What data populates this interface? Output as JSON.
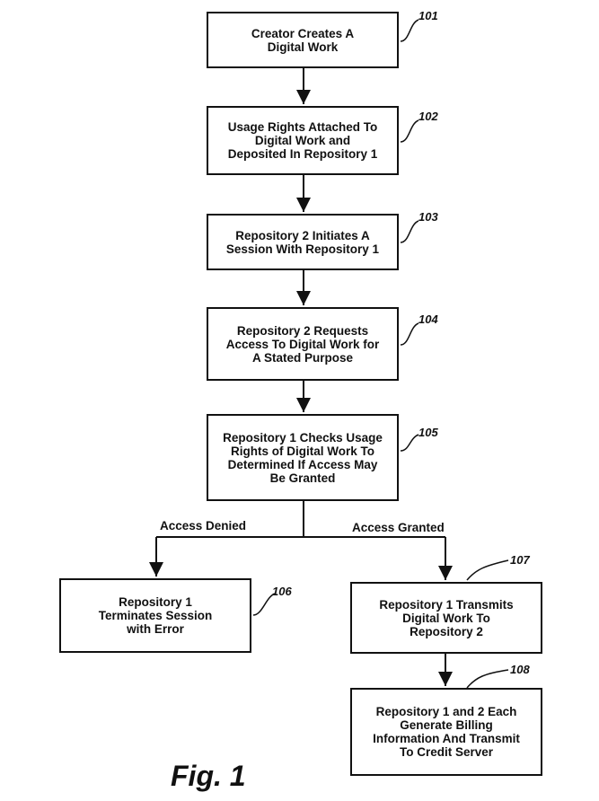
{
  "figure_label": "Fig. 1",
  "steps": {
    "s101": {
      "ref": "101",
      "text": "Creator Creates A\nDigital Work"
    },
    "s102": {
      "ref": "102",
      "text": "Usage Rights Attached To\nDigital Work and\nDeposited In Repository 1"
    },
    "s103": {
      "ref": "103",
      "text": "Repository 2 Initiates A\nSession With Repository 1"
    },
    "s104": {
      "ref": "104",
      "text": "Repository 2 Requests\nAccess To Digital Work for\nA Stated Purpose"
    },
    "s105": {
      "ref": "105",
      "text": "Repository 1 Checks Usage\nRights of Digital Work To\nDetermined If Access May\nBe Granted"
    },
    "s106": {
      "ref": "106",
      "text": "Repository 1\nTerminates Session\nwith Error"
    },
    "s107": {
      "ref": "107",
      "text": "Repository 1 Transmits\nDigital Work To\nRepository 2"
    },
    "s108": {
      "ref": "108",
      "text": "Repository 1 and 2 Each\nGenerate Billing\nInformation And Transmit\nTo Credit Server"
    }
  },
  "branches": {
    "denied": "Access Denied",
    "granted": "Access Granted"
  }
}
